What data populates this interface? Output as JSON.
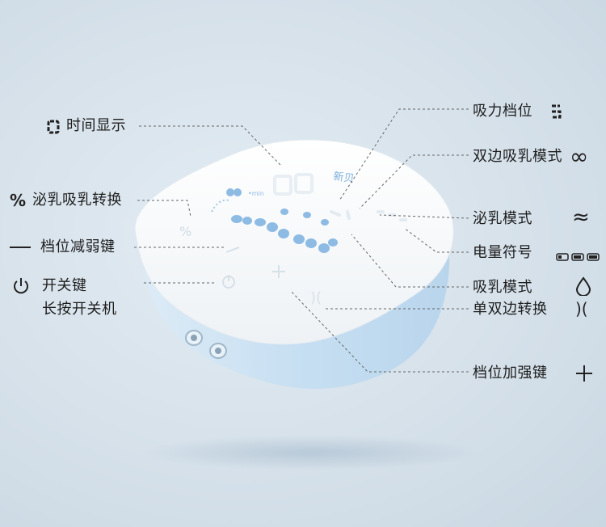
{
  "labels": {
    "time_display": "时间显示",
    "lactation_switch": "泌乳吸乳转换",
    "level_down": "档位减弱键",
    "power_line1": "开关键",
    "power_line2": "长按开关机",
    "suction_level": "吸力档位",
    "double_mode": "双边吸乳模式",
    "lactation_mode": "泌乳模式",
    "battery": "电量符号",
    "suction_mode": "吸乳模式",
    "single_double": "单双边转换",
    "level_up": "档位加强键"
  },
  "device": {
    "brand_text": "新贝",
    "small_text": "•min"
  },
  "colors": {
    "accent": "#7fb2de",
    "case_top": "#ffffff",
    "case_side": "#cfe4f3"
  }
}
